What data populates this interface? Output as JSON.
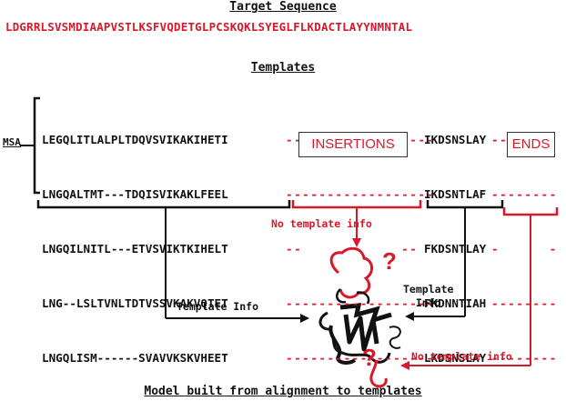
{
  "titles": {
    "target": "Target Sequence",
    "templates": "Templates",
    "model": "Model built from alignment to templates"
  },
  "target_sequence": "LDGRRLSVSMDIAAPVSTLKSFVQDETGLPCSKQKLSYEGLFLKDACTLAYYNMNTAL",
  "msa": {
    "label": "MSA",
    "rows": [
      {
        "left": "LEGQLITLALPLTDQVSVIKAKIHETI",
        "mid": "------------------",
        "right": "IKDSNSLAY",
        "end": "--------"
      },
      {
        "left": "LNGQALTMT---TDQISVIKAKLFEEL",
        "mid": "------------------",
        "right": "IKDSNTLAF",
        "end": "--------"
      },
      {
        "left": "LNGQILNITL---ETVSVIKTKIHELT",
        "mid": "--            --",
        "right": "FKDSNTLAY",
        "end": "-      -"
      },
      {
        "left": "LNG--LSLTVNLTDTVSSVKAKVQTET",
        "mid": "------------------",
        "right": "FKDNNTIAH",
        "end": "--------"
      },
      {
        "left": "LNGQLISM------SVAVVKSKVHEET",
        "mid": "------------------",
        "right": "LKDSNSLAY",
        "end": "--------"
      }
    ]
  },
  "boxes": {
    "insertions": "INSERTIONS",
    "ends": "ENDS"
  },
  "annotations": {
    "no_template_info_top": "No template info",
    "template_info_left": "Template Info",
    "template_info_right_line1": "Template",
    "template_info_right_line2": "Info",
    "no_template_info_bottom": "No template info",
    "question_mark": "?"
  },
  "colors": {
    "red": "#d7192a",
    "black": "#111111"
  }
}
